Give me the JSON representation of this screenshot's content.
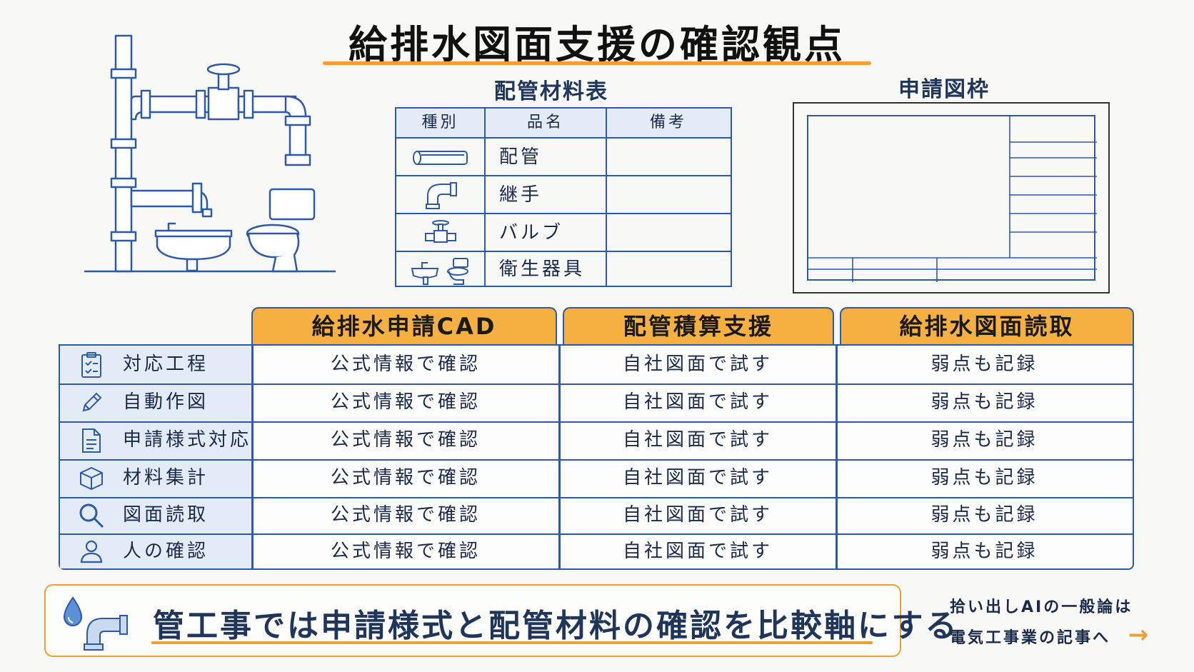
{
  "title": "給排水図面支援の確認観点",
  "materials_table": {
    "caption": "配管材料表",
    "headers": [
      "種別",
      "品名",
      "備考"
    ],
    "rows": [
      {
        "icon": "pipe-icon",
        "name": "配管"
      },
      {
        "icon": "elbow-fitting-icon",
        "name": "継手"
      },
      {
        "icon": "valve-icon",
        "name": "バルブ"
      },
      {
        "icon": "sink-toilet-icon",
        "name": "衛生器具"
      }
    ]
  },
  "title_block": {
    "caption": "申請図枠"
  },
  "comparison": {
    "columns": [
      "給排水申請CAD",
      "配管積算支援",
      "給排水図面読取"
    ],
    "rows": [
      {
        "icon": "clipboard-icon",
        "label": "対応工程",
        "cells": [
          "公式情報で確認",
          "自社図面で試す",
          "弱点も記録"
        ]
      },
      {
        "icon": "pencil-icon",
        "label": "自動作図",
        "cells": [
          "公式情報で確認",
          "自社図面で試す",
          "弱点も記録"
        ]
      },
      {
        "icon": "document-icon",
        "label": "申請様式対応",
        "cells": [
          "公式情報で確認",
          "自社図面で試す",
          "弱点も記録"
        ]
      },
      {
        "icon": "box-icon",
        "label": "材料集計",
        "cells": [
          "公式情報で確認",
          "自社図面で試す",
          "弱点も記録"
        ]
      },
      {
        "icon": "magnifier-icon",
        "label": "図面読取",
        "cells": [
          "公式情報で確認",
          "自社図面で試す",
          "弱点も記録"
        ]
      },
      {
        "icon": "person-icon",
        "label": "人の確認",
        "cells": [
          "公式情報で確認",
          "自社図面で試す",
          "弱点も記録"
        ]
      }
    ]
  },
  "banner": {
    "text": "管工事では申請様式と配管材料の確認を比較軸にする",
    "icons": [
      "water-drop-icon",
      "elbow-pipe-icon"
    ]
  },
  "note": {
    "line1": "拾い出しAIの一般論は",
    "line2": "電気工事業の記事へ",
    "arrow": "→"
  },
  "colors": {
    "accent": "#f0a030",
    "header_fill": "#f5b041",
    "line_blue": "#2d5aa8",
    "label_fill": "#e3ebf7"
  }
}
